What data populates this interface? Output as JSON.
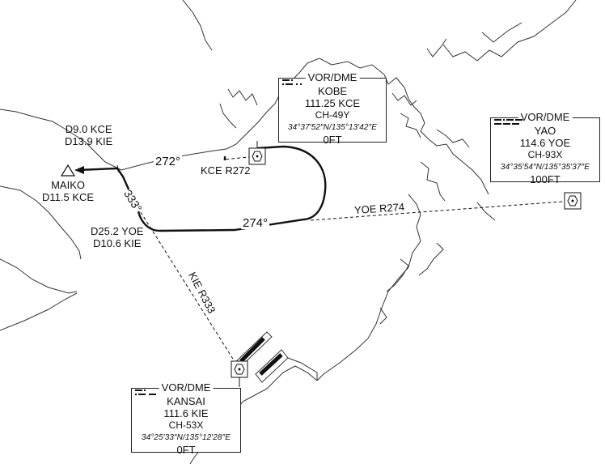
{
  "chart_title": "",
  "fixes": {
    "maiko": {
      "name": "MAIKO",
      "dist": "D11.5 KCE"
    },
    "d9_fix": {
      "line1": "D9.0 KCE",
      "line2": "D13.9 KIE"
    },
    "d25_fix": {
      "line1": "D25.2 YOE",
      "line2": "D10.6 KIE"
    }
  },
  "courses": {
    "outbound": "272°",
    "inbound": "274°",
    "kie_track": "333°"
  },
  "radials": {
    "kce": "KCE R272",
    "yoe": "YOE R274",
    "kie": "KIE R333"
  },
  "navaids": {
    "kobe": {
      "type": "VOR/DME",
      "name": "KOBE",
      "freq_ident": "111.25  KCE",
      "channel": "CH-49Y",
      "coords": "34°37′52″N/135°13′42″E",
      "elev": "0FT"
    },
    "yao": {
      "type": "VOR/DME",
      "name": "YAO",
      "freq_ident": "114.6  YOE",
      "channel": "CH-93X",
      "coords": "34°35′54″N/135°35′37″E",
      "elev": "100FT"
    },
    "kansai": {
      "type": "VOR/DME",
      "name": "KANSAI",
      "freq_ident": "111.6  KIE",
      "channel": "CH-53X",
      "coords": "34°25′33″N/135°12′28″E",
      "elev": "0FT"
    }
  },
  "icons": {
    "vor_dme": "vor-dme-hexagon-icon",
    "fix": "triangle-fix-icon",
    "morse": "morse-code-icon"
  },
  "colors": {
    "ink": "#111111",
    "coast": "#333333"
  }
}
